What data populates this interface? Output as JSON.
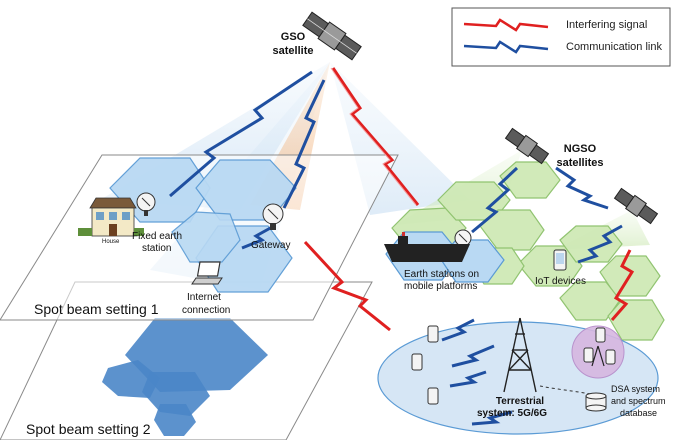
{
  "legend": {
    "interfering": "Interfering signal",
    "communication": "Communication link"
  },
  "labels": {
    "gso_line1": "GSO",
    "gso_line2": "satellite",
    "ngso_line1": "NGSO",
    "ngso_line2": "satellites",
    "house": "House",
    "fixed_line1": "Fixed earth",
    "fixed_line2": "station",
    "gateway": "Gateway",
    "internet_line1": "Internet",
    "internet_line2": "connection",
    "mobile_line1": "Earth stations on",
    "mobile_line2": "mobile platforms",
    "iot": "IoT devices",
    "terrestrial_line1": "Terrestrial",
    "terrestrial_line2": "system: 5G/6G",
    "dsa_line1": "DSA system",
    "dsa_line2": "and spectrum",
    "dsa_line3": "database",
    "spot1": "Spot beam setting 1",
    "spot2": "Spot beam setting 2"
  },
  "colors": {
    "interfering": "#e02020",
    "communication": "#1f4fa0",
    "blue_beam": "#b9d9f3",
    "green_beam": "#cfe9b6",
    "spot2_fill": "#4a86c8",
    "terrestrial_fill": "#d6e6f5"
  }
}
